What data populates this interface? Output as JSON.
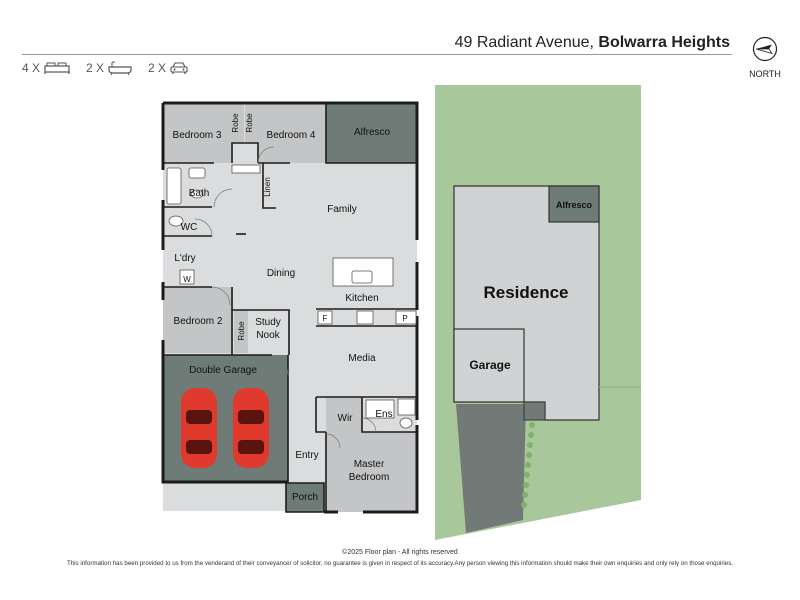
{
  "header": {
    "street": "49 Radiant Avenue, ",
    "suburb": "Bolwarra Heights",
    "compass_label": "NORTH"
  },
  "features": [
    {
      "count": "4 X",
      "icon": "bed-icon"
    },
    {
      "count": "2 X",
      "icon": "bath-icon"
    },
    {
      "count": "2 X",
      "icon": "car-icon"
    }
  ],
  "floorplan": {
    "rooms": {
      "bedroom3": "Bedroom 3",
      "robe1": "Robe",
      "robe2": "Robe",
      "bedroom4": "Bedroom 4",
      "alfresco": "Alfresco",
      "bath": "Bath",
      "linen": "Linen",
      "family": "Family",
      "wc": "WC",
      "laundry": "L'dry",
      "w": "W",
      "dining": "Dining",
      "kitchen": "Kitchen",
      "fridge": "F",
      "pantry": "P",
      "bedroom2": "Bedroom 2",
      "robe3": "Robe",
      "study_line1": "Study",
      "study_line2": "Nook",
      "media": "Media",
      "double_garage": "Double Garage",
      "wir": "Wir",
      "ens": "Ens",
      "entry": "Entry",
      "master_line1": "Master",
      "master_line2": "Bedroom",
      "porch": "Porch"
    }
  },
  "siteplan": {
    "alfresco": "Alfresco",
    "residence": "Residence",
    "garage": "Garage"
  },
  "colors": {
    "room_grey": "#c4c5c6",
    "light_grey": "#dadcdd",
    "dark_green": "#6e7b77",
    "lawn_green": "#a8c79b",
    "driveway": "#717a77",
    "car_red": "#e03a2f",
    "wall": "#1c1c1c"
  },
  "footer": {
    "copyright": "©2025 Floor plan - All rights reserved",
    "disclaimer": "This information has been provided to us from the venderand of their conveyancer of solicitor, no guarantee is given in respect of its accuracy.Any person viewing this information should make their own enquiries and only rely on those enquiries."
  }
}
